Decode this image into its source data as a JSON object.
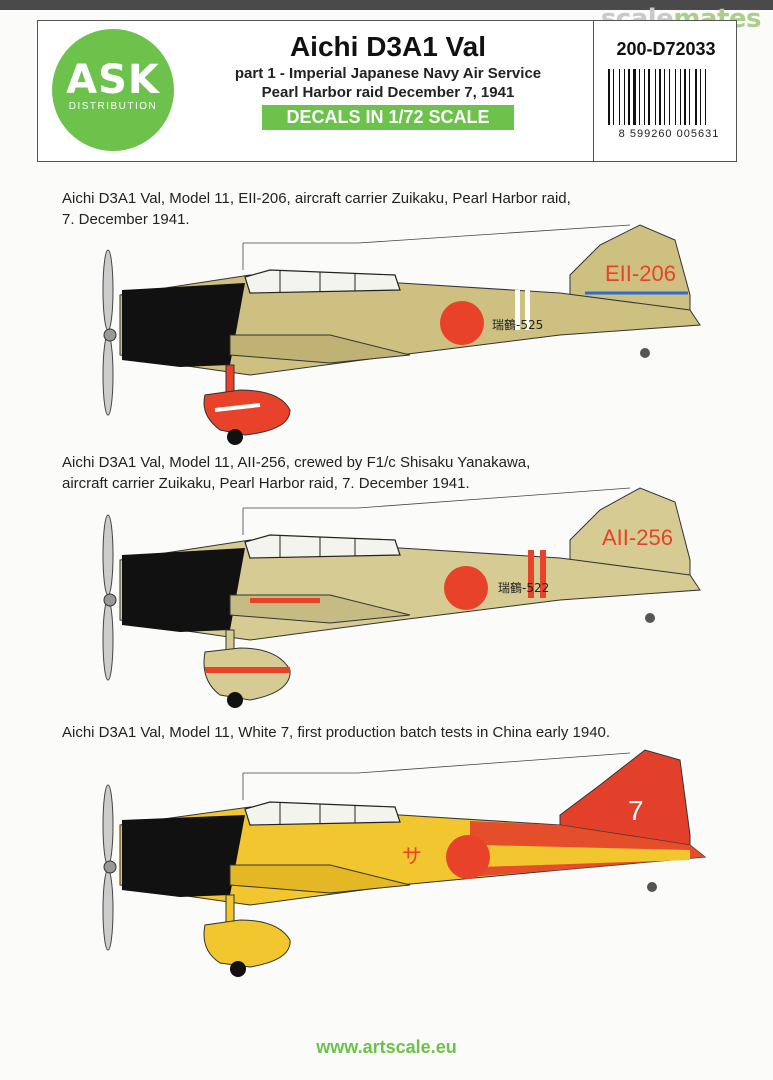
{
  "watermark": {
    "scale": "scale",
    "mates": "mates"
  },
  "logo": {
    "ask": "ASK",
    "distribution": "DISTRIBUTION"
  },
  "header": {
    "title": "Aichi  D3A1 Val",
    "subtitle1": "part 1 - Imperial Japanese Navy Air Service",
    "subtitle2": "Pearl Harbor raid December 7, 1941",
    "scale_label": "DECALS IN 1/72 SCALE",
    "product_code": "200-D72033",
    "barcode_number": "8  599260   005631"
  },
  "profiles": [
    {
      "caption_line1": "Aichi D3A1 Val, Model 11, EII-206, aircraft carrier Zuikaku, Pearl Harbor raid,",
      "caption_line2": "7. December 1941.",
      "tail_code": "EII-206",
      "fuselage_code": "瑞鶴-525",
      "body_color": "#cdc081",
      "tail_color": "#cdc081",
      "accent": "#e8432a"
    },
    {
      "caption_line1": "Aichi D3A1 Val, Model 11, AII-256, crewed by F1/c Shisaku Yanakawa,",
      "caption_line2": "aircraft carrier Zuikaku, Pearl Harbor raid, 7. December 1941.",
      "tail_code": "AII-256",
      "fuselage_code": "瑞鶴-522",
      "body_color": "#d6cc93",
      "tail_color": "#d6cc93",
      "accent": "#e8432a"
    },
    {
      "caption_line1": "Aichi D3A1 Val, Model 11, White 7, first production batch tests in China early 1940.",
      "caption_line2": "",
      "tail_code": "7",
      "fuselage_code": "サ",
      "body_color": "#f2c62e",
      "tail_color": "#e3402b",
      "accent": "#e8432a"
    }
  ],
  "footer": {
    "url": "www.artscale.eu"
  }
}
